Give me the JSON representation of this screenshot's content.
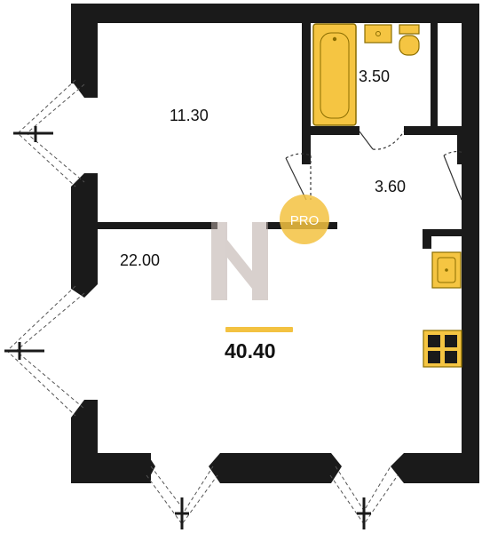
{
  "rooms": {
    "room_1_area": "11.30",
    "bathroom_area": "3.50",
    "hall_area": "3.60",
    "room_2_area": "22.00"
  },
  "total": {
    "area": "40.40"
  },
  "watermark": {
    "badge_text": "PRO",
    "badge_color": "#f3c241",
    "logo_color": "#b9aba6"
  },
  "colors": {
    "wall": "#1a1a1a",
    "fixture_fill": "#f5c542",
    "fixture_stroke": "#8a6d00",
    "accent_bar": "#f3c241",
    "window_line": "#555555"
  },
  "icons": {
    "bathtub": "bathtub-icon",
    "sink": "sink-icon",
    "toilet": "toilet-icon",
    "kitchen_sink": "kitchen-sink-icon",
    "stove": "stove-icon"
  }
}
